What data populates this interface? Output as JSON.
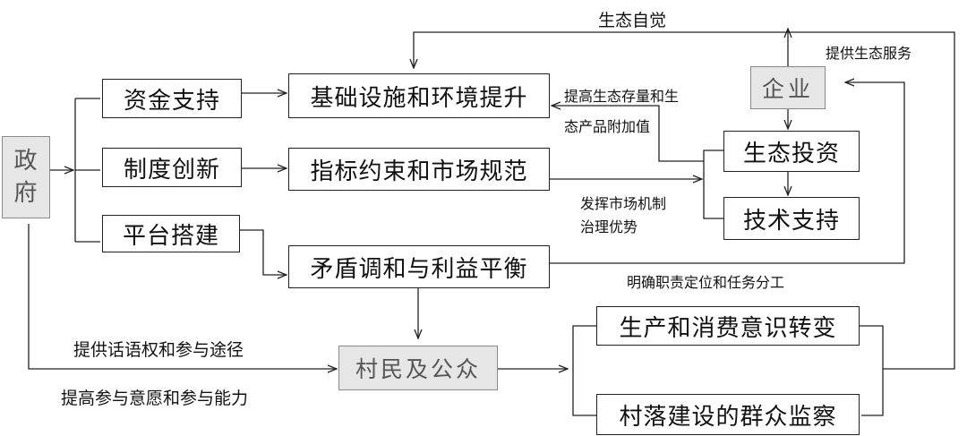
{
  "nodes": {
    "government": "政府",
    "enterprise": "企业",
    "villagers": "村民及公众",
    "funding": "资金支持",
    "institution": "制度创新",
    "platform": "平台搭建",
    "infrastructure": "基础设施和环境提升",
    "indicator": "指标约束和市场规范",
    "conflict": "矛盾调和与利益平衡",
    "eco_invest": "生态投资",
    "tech": "技术支持",
    "consumption": "生产和消费意识转变",
    "supervision": "村落建设的群众监察"
  },
  "labels": {
    "eco_awareness": "生态自觉",
    "eco_service": "提供生态服务",
    "eco_stock_1": "提高生态存量和生",
    "eco_stock_2": "态产品附加值",
    "market_1": "发挥市场机制",
    "market_2": "治理优势",
    "duty": "明确职责定位和任务分工",
    "voice": "提供话语权和参与途径",
    "willing": "提高参与意愿和参与能力"
  },
  "colors": {
    "line": "#222222",
    "gray_fill": "#e6e6e6",
    "gray_border": "#8a8a8a"
  }
}
